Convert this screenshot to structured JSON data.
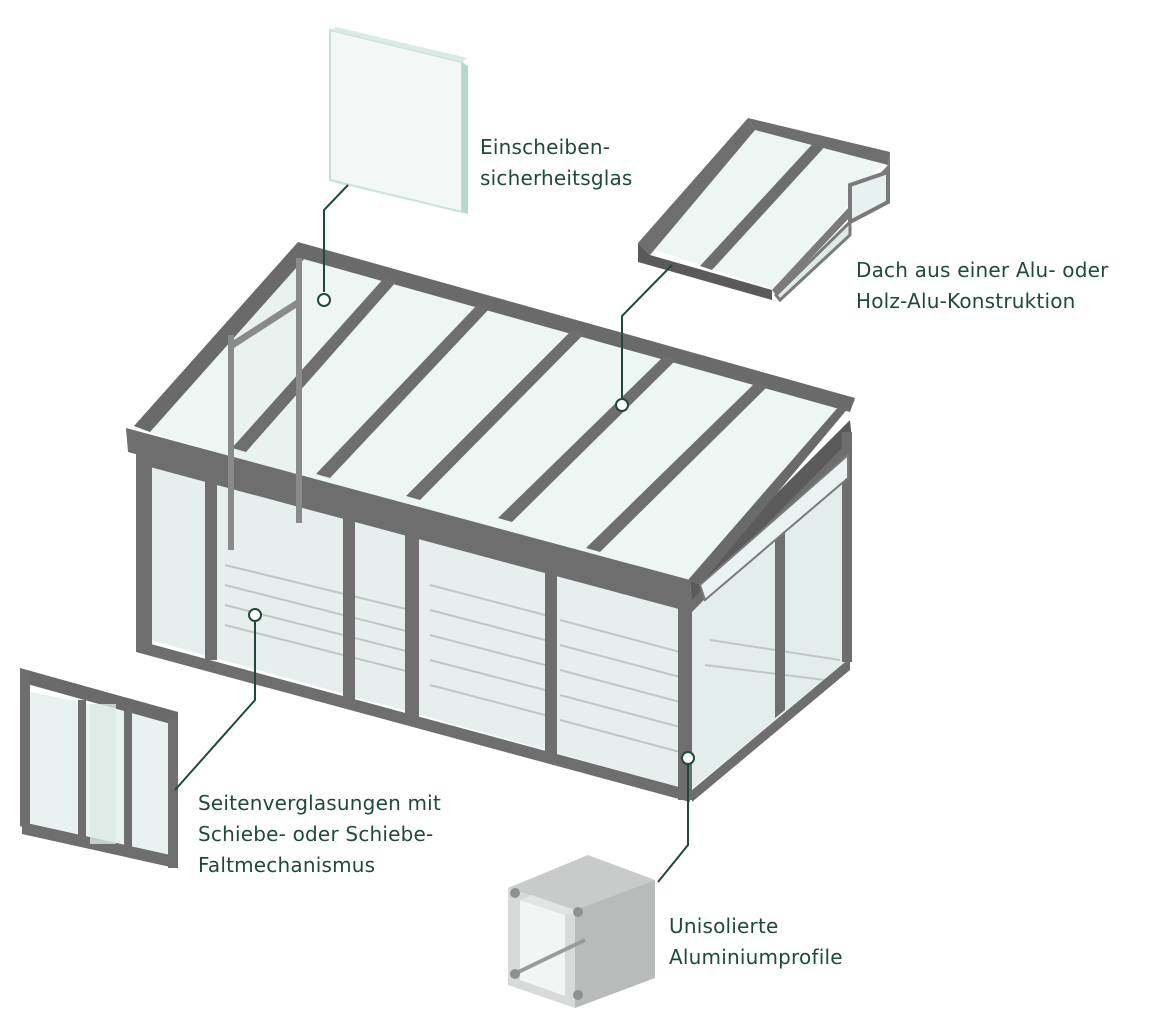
{
  "colors": {
    "frame": "#6e6e6e",
    "frame_dark": "#4f4f4f",
    "frame_light": "#9a9a9a",
    "glass": "#e9f3f1",
    "glass_edge": "#bcd9d1",
    "floor": "#d4d8d6",
    "leader": "#1f4a3a",
    "text": "#1f4a3a"
  },
  "callouts": {
    "glass": {
      "lines": [
        "Einscheiben-",
        "sicherheitsglas"
      ]
    },
    "roof": {
      "lines": [
        "Dach aus einer Alu- oder",
        "Holz-Alu-Konstruktion"
      ]
    },
    "side": {
      "lines": [
        "Seitenverglasungen mit",
        "Schiebe- oder Schiebe-",
        "Faltmechanismus"
      ]
    },
    "alu": {
      "lines": [
        "Unisolierte",
        "Aluminiumprofile"
      ]
    }
  }
}
